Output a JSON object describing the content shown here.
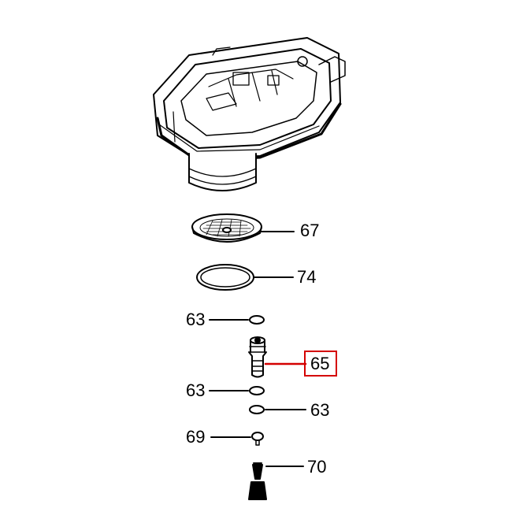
{
  "callouts": {
    "c67": "67",
    "c74": "74",
    "c63a": "63",
    "c65": "65",
    "c63b": "63",
    "c63c": "63",
    "c69": "69",
    "c70": "70"
  },
  "highlighted_part": "65",
  "colors": {
    "line": "#000000",
    "highlight": "#d40000"
  }
}
